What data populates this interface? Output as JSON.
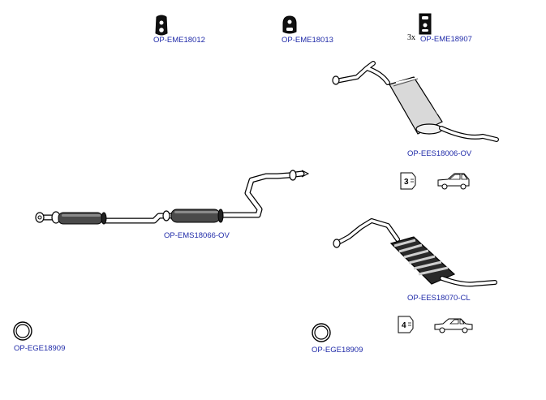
{
  "colors": {
    "label": "#1f2aa8",
    "line": "#000000",
    "fill_light": "#eeeeee",
    "fill_dark": "#222222"
  },
  "parts": [
    {
      "code": "OP-EME18012",
      "icon": "rubber-hanger-icon"
    },
    {
      "code": "OP-EME18013",
      "icon": "rubber-hanger-icon"
    },
    {
      "code": "OP-EME18907",
      "icon": "rubber-mount-icon",
      "quantity": "3x"
    },
    {
      "code": "OP-EES18006-OV",
      "icon": "rear-muffler-icon"
    },
    {
      "code": "OP-EMS18066-OV",
      "icon": "middle-silencer-pipe-icon"
    },
    {
      "code": "OP-EES18070-CL",
      "icon": "rear-muffler-icon"
    },
    {
      "code": "OP-EGE18909",
      "icon": "gasket-ring-icon"
    },
    {
      "code": "OP-EGE18909",
      "icon": "gasket-ring-icon"
    }
  ],
  "badges": [
    {
      "number": "3",
      "vehicle": "hatchback-car-icon"
    },
    {
      "number": "4",
      "vehicle": "sedan-car-icon"
    }
  ]
}
